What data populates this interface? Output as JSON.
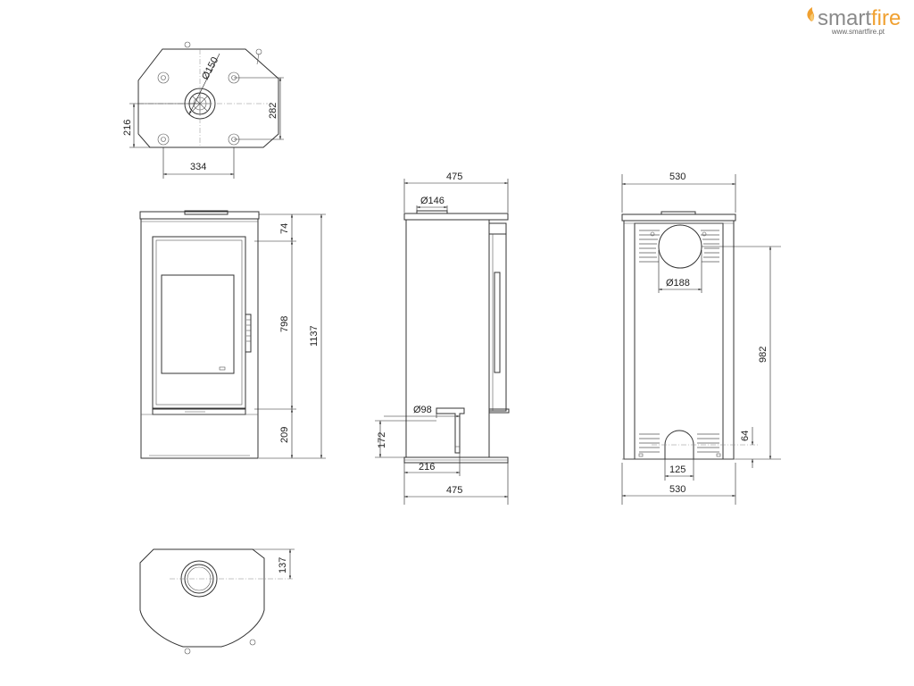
{
  "brand": {
    "name_a": "smart",
    "name_b": "fire",
    "url": "www.smartfire.pt",
    "colors": {
      "primary": "#8a8a8a",
      "accent": "#f0a030"
    }
  },
  "dimensions": {
    "top_hole_dia": "Ø150",
    "top_width": "334",
    "top_depth_left": "216",
    "top_depth_right": "282",
    "front_top": "74",
    "front_door": "798",
    "front_total": "1137",
    "front_base": "209",
    "side_width_top": "475",
    "side_outlet_dia": "Ø146",
    "side_inlet_dia": "Ø98",
    "side_inlet_height": "172",
    "side_inlet_offset": "216",
    "side_width_bottom": "475",
    "back_width_top": "530",
    "back_outlet_dia": "Ø188",
    "back_outlet_height": "982",
    "back_inlet_height": "64",
    "back_inlet_width": "125",
    "back_width_bottom": "530",
    "bottom_depth": "137"
  }
}
